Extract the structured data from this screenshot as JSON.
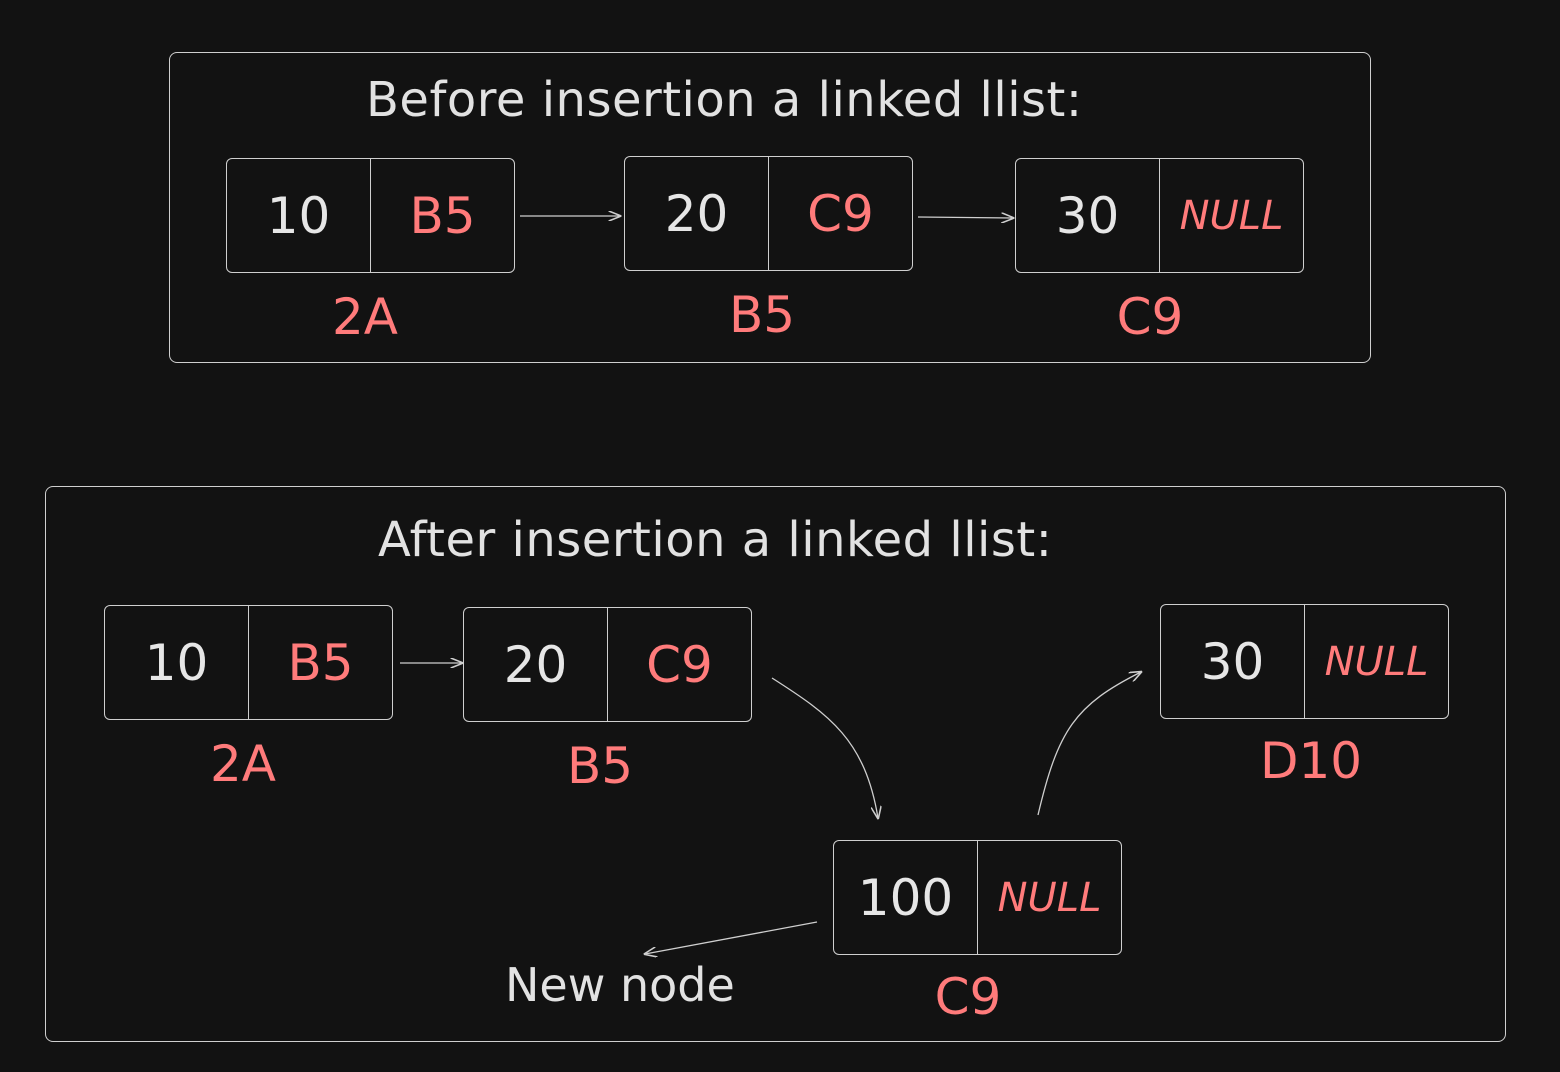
{
  "colors": {
    "background": "#121212",
    "stroke": "#cfcfcf",
    "text": "#e6e6e6",
    "pointer": "#ff7b7b"
  },
  "before": {
    "title": "Before insertion a linked llist:",
    "nodes": [
      {
        "value": "10",
        "next": "B5",
        "address": "2A"
      },
      {
        "value": "20",
        "next": "C9",
        "address": "B5"
      },
      {
        "value": "30",
        "next": "NULL",
        "address": "C9"
      }
    ]
  },
  "after": {
    "title": "After insertion a linked llist:",
    "nodes": [
      {
        "value": "10",
        "next": "B5",
        "address": "2A"
      },
      {
        "value": "20",
        "next": "C9",
        "address": "B5"
      },
      {
        "value": "30",
        "next": "NULL",
        "address": "D10"
      },
      {
        "value": "100",
        "next": "NULL",
        "address": "C9"
      }
    ],
    "new_node_label": "New node"
  }
}
